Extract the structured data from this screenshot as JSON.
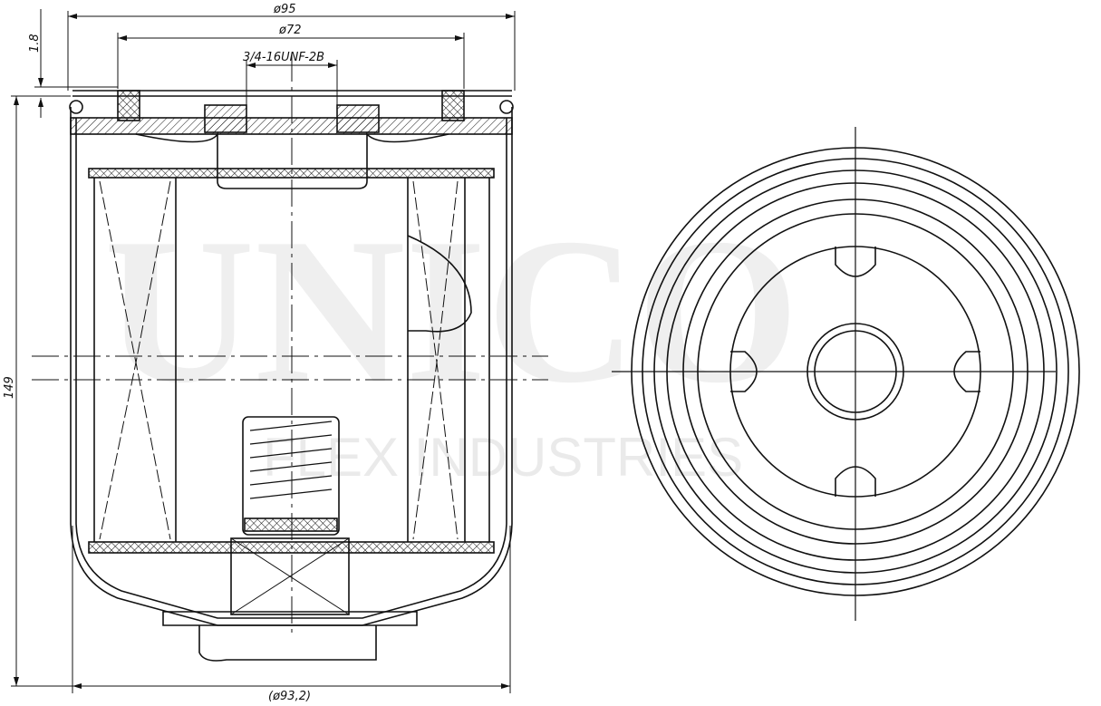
{
  "drawing": {
    "dimensions": {
      "outer_diameter": "ø95",
      "gasket_diameter": "ø72",
      "thread": "3/4-16UNF-2B",
      "gasket_height": "1.8",
      "height": "149",
      "bottom_diameter": "(ø93,2)"
    },
    "watermark": {
      "logo": "UNICO",
      "subtitle": "FLEX INDUSTRIES"
    },
    "colors": {
      "line": "#111111",
      "background": "#ffffff"
    }
  }
}
